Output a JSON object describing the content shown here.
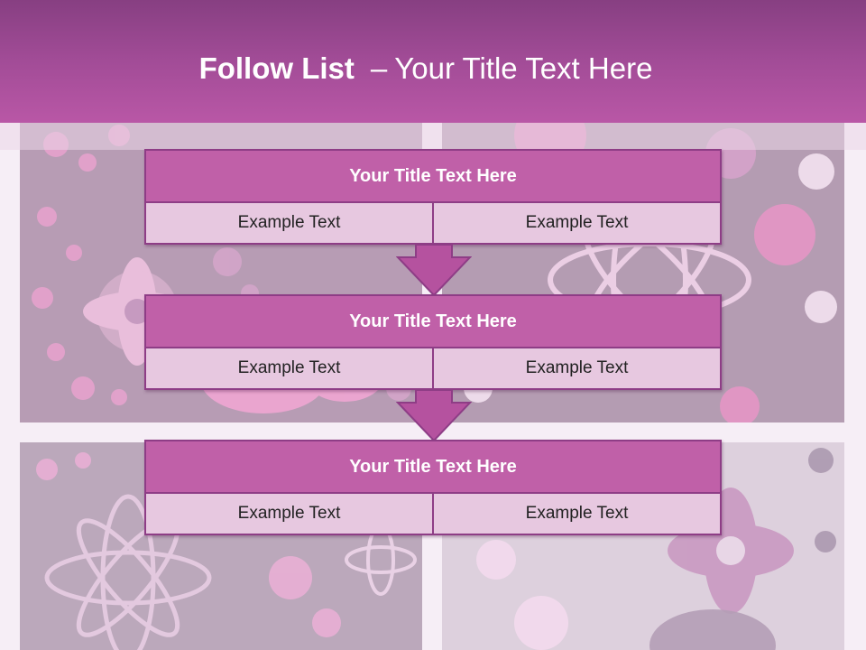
{
  "slide": {
    "title_bold": "Follow List",
    "title_dash": "–",
    "title_rest": "Your Title Text Here"
  },
  "blocks": [
    {
      "title": "Your Title Text Here",
      "left_text": "Example Text",
      "right_text": "Example Text"
    },
    {
      "title": "Your Title Text Here",
      "left_text": "Example Text",
      "right_text": "Example Text"
    },
    {
      "title": "Your Title Text Here",
      "left_text": "Example Text",
      "right_text": "Example Text"
    }
  ],
  "colors": {
    "header": "#a24c97",
    "block_title": "#c060a8",
    "block_cell": "#e7c8e0",
    "border": "#8e3d86",
    "arrow": "#b5529f"
  },
  "icons": [
    "flower-pattern",
    "down-arrow-icon"
  ]
}
